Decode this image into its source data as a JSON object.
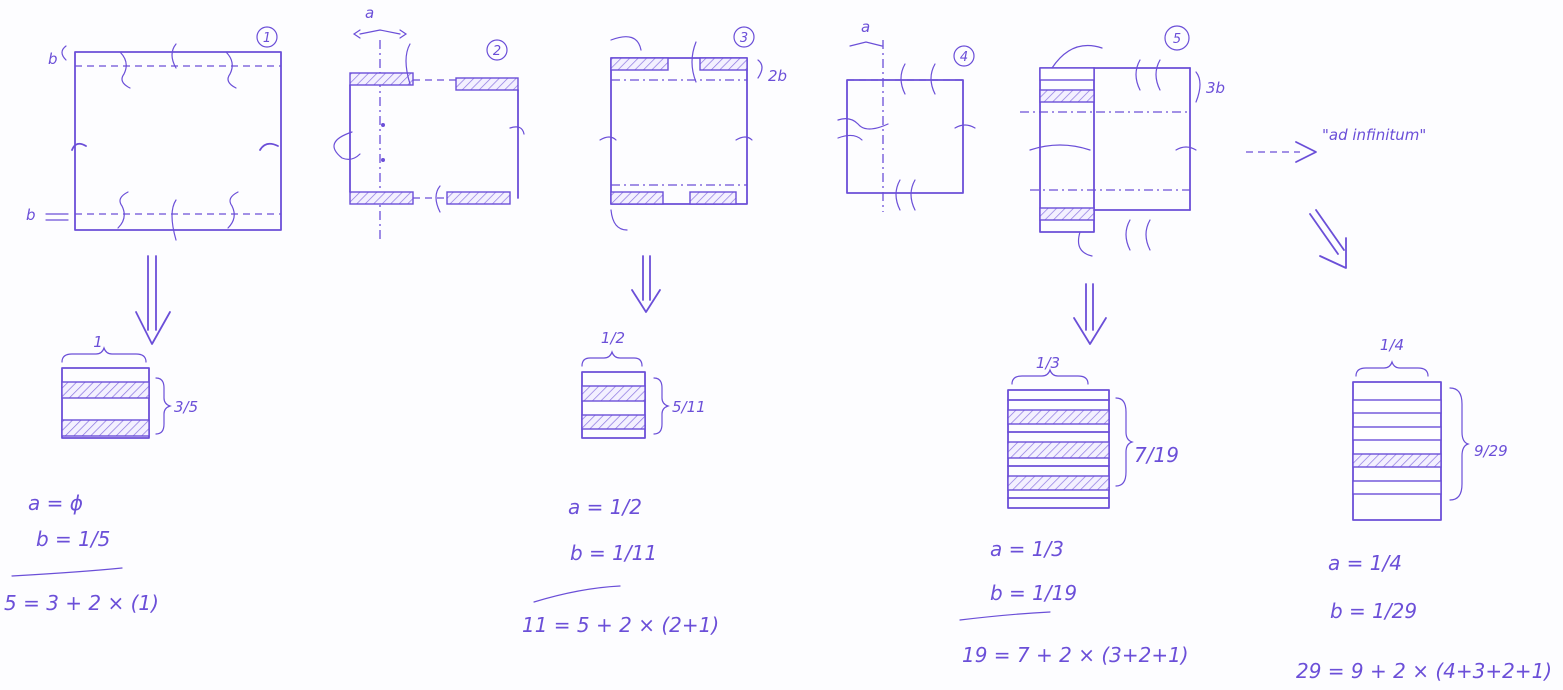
{
  "labels": {
    "b_top": "b",
    "b_bottom": "b",
    "a2": "a",
    "a4": "a",
    "two_b": "2b",
    "three_b": "3b",
    "ad_infinitum": "\"ad infinitum\""
  },
  "steps": [
    {
      "num": "1"
    },
    {
      "num": "2"
    },
    {
      "num": "3"
    },
    {
      "num": "4"
    },
    {
      "num": "5"
    }
  ],
  "results": [
    {
      "width": "1",
      "height": "3/5",
      "a": "a = ϕ",
      "b": "b = 1/5",
      "recurrence": "5 = 3 + 2 × (1)"
    },
    {
      "width": "1/2",
      "height": "5/11",
      "a": "a = 1/2",
      "b": "b = 1/11",
      "recurrence": "11 = 5 + 2 × (2+1)"
    },
    {
      "width": "1/3",
      "height": "7/19",
      "a": "a = 1/3",
      "b": "b = 1/19",
      "recurrence": "19 = 7 + 2 × (3+2+1)"
    },
    {
      "width": "1/4",
      "height": "9/29",
      "a": "a = 1/4",
      "b": "b = 1/29",
      "recurrence": "29 = 9 + 2 × (4+3+2+1)"
    }
  ]
}
